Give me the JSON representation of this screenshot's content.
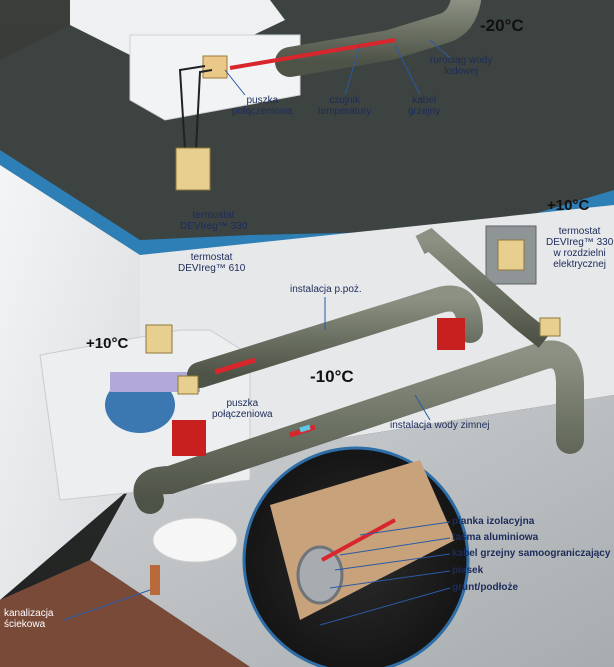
{
  "temperatures": {
    "roof": "-20°C",
    "right_room": "+10°C",
    "left_room": "+10°C",
    "center": "-10°C"
  },
  "labels": {
    "junction_box_roof": [
      "puszka",
      "połączeniowa"
    ],
    "temp_sensor": [
      "czujnik",
      "temperatury"
    ],
    "heating_cable": [
      "kabel",
      "grzejny"
    ],
    "ice_water_pipe": [
      "rurociąg wody",
      "lodowej"
    ],
    "thermostat_330_roof": [
      "termostat",
      "DEVIreg™ 330"
    ],
    "thermostat_610": [
      "termostat",
      "DEVIreg™ 610"
    ],
    "fire_installation": [
      "instalacja p.poż."
    ],
    "thermostat_330_panel": [
      "termostat",
      "DEVIreg™ 330",
      "w rozdzielni",
      "elektrycznej"
    ],
    "junction_box_lower": [
      "puszka",
      "połączeniowa"
    ],
    "cold_water_installation": [
      "instalacja wody zimnej"
    ],
    "sewage": [
      "kanalizacja",
      "ściekowa"
    ]
  },
  "cross_section_legend": [
    "pianka izolacyjna",
    "taśma aluminiowa",
    "kabel grzejny samoograniczający",
    "piasek",
    "grunt/podłoże"
  ],
  "colors": {
    "heating_cable": "#d8262c",
    "insulation": "#6f7566",
    "roof_blue": "#2f7fb7",
    "ground": "#7a4a39"
  }
}
